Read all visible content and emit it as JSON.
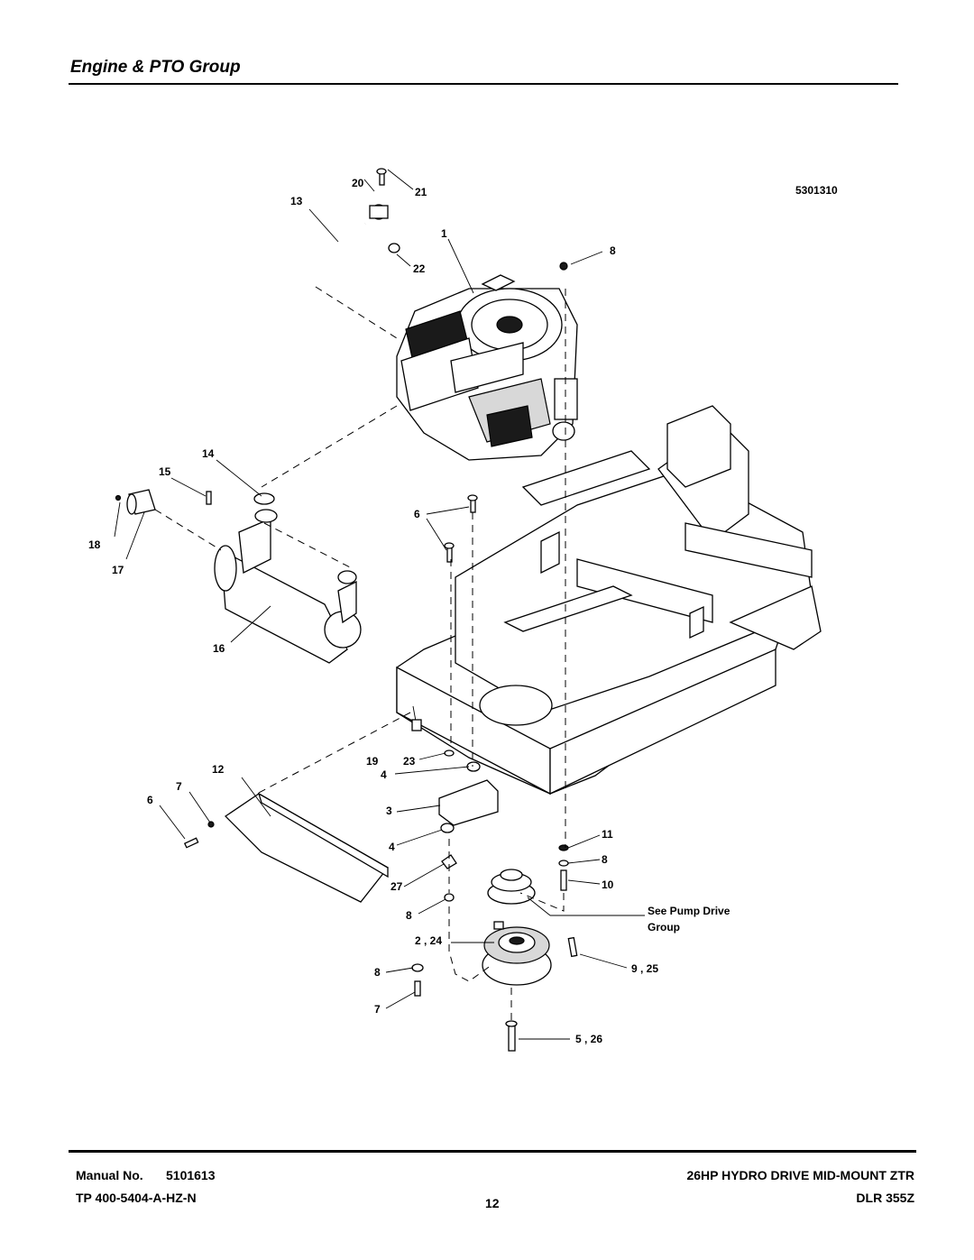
{
  "page": {
    "title": "Engine & PTO Group",
    "figure_number": "5301310"
  },
  "callouts": {
    "c1": "1",
    "c2_24": "2 , 24",
    "c3": "3",
    "c4a": "4",
    "c4b": "4",
    "c5_26": "5 , 26",
    "c6a": "6",
    "c6b": "6",
    "c7a": "7",
    "c7b": "7",
    "c8a": "8",
    "c8b": "8",
    "c8c": "8",
    "c8d": "8",
    "c9_25": "9 , 25",
    "c10": "10",
    "c11": "11",
    "c12": "12",
    "c13": "13",
    "c14": "14",
    "c15": "15",
    "c16": "16",
    "c17": "17",
    "c18": "18",
    "c19": "19",
    "c20": "20",
    "c21": "21",
    "c22": "22",
    "c23": "23",
    "c27": "27",
    "see_pump_line1": "See Pump Drive",
    "see_pump_line2": "Group"
  },
  "footer": {
    "manual_label": "Manual No.",
    "manual_number": "5101613",
    "tp_code": "TP 400-5404-A-HZ-N",
    "page_number": "12",
    "model_description": "26HP HYDRO DRIVE MID-MOUNT ZTR",
    "model_code": "DLR 355Z"
  }
}
